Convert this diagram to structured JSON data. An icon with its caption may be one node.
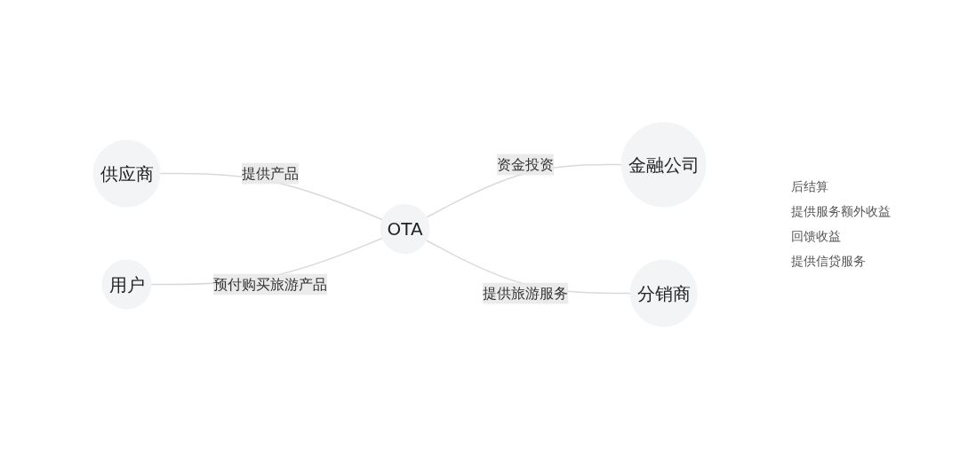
{
  "diagram": {
    "nodes": [
      {
        "text": [
          "供应商"
        ]
      },
      {
        "text": [
          "用户"
        ]
      },
      {
        "text": [
          "OTA"
        ]
      },
      {
        "text": [
          "金融公司"
        ]
      },
      {
        "text": [
          "分销商"
        ]
      }
    ],
    "edges": [
      {
        "from": 0,
        "to": 2,
        "arrow": "none",
        "label": "提供产品"
      },
      {
        "from": 1,
        "to": 2,
        "arrow": "none",
        "label": "预付购买旅游产品"
      },
      {
        "from": 2,
        "to": 3,
        "arrow": "none",
        "label": "资金投资"
      },
      {
        "from": 2,
        "to": 4,
        "arrow": "none",
        "label": "提供旅游服务"
      }
    ],
    "labels": [
      "后结算",
      "提供服务额外收益",
      "回馈收益",
      "提供信贷服务"
    ]
  }
}
